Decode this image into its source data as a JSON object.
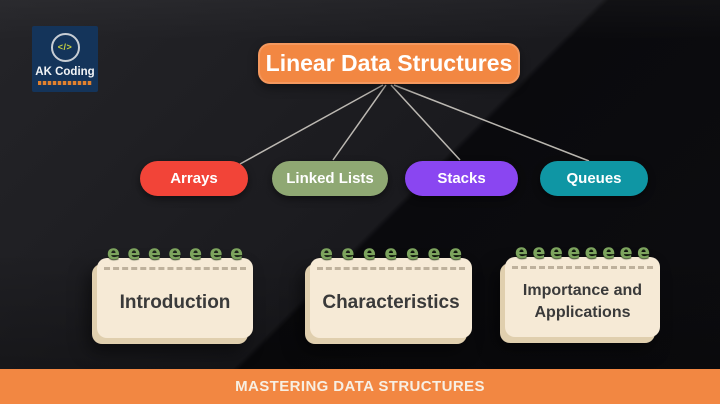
{
  "logo": {
    "brand": "AK Coding",
    "code_glyph": "</>"
  },
  "title": {
    "label": "Linear Data Structures"
  },
  "nodes": [
    {
      "label": "Arrays",
      "color": "#f24438"
    },
    {
      "label": "Linked Lists",
      "color": "#8fa873"
    },
    {
      "label": "Stacks",
      "color": "#8a46f1"
    },
    {
      "label": "Queues",
      "color": "#0f96a4"
    }
  ],
  "cards": [
    {
      "label": "Introduction",
      "rings": 7
    },
    {
      "label": "Characteristics",
      "rings": 7
    },
    {
      "label": "Importance and Applications",
      "rings": 8
    }
  ],
  "footer": {
    "label": "MASTERING DATA STRUCTURES"
  },
  "colors": {
    "accent_orange": "#f28742",
    "card_paper": "#f6ead6",
    "ring_green": "#7da45e",
    "connector": "#d8d4cc",
    "logo_navy": "#14345a"
  }
}
